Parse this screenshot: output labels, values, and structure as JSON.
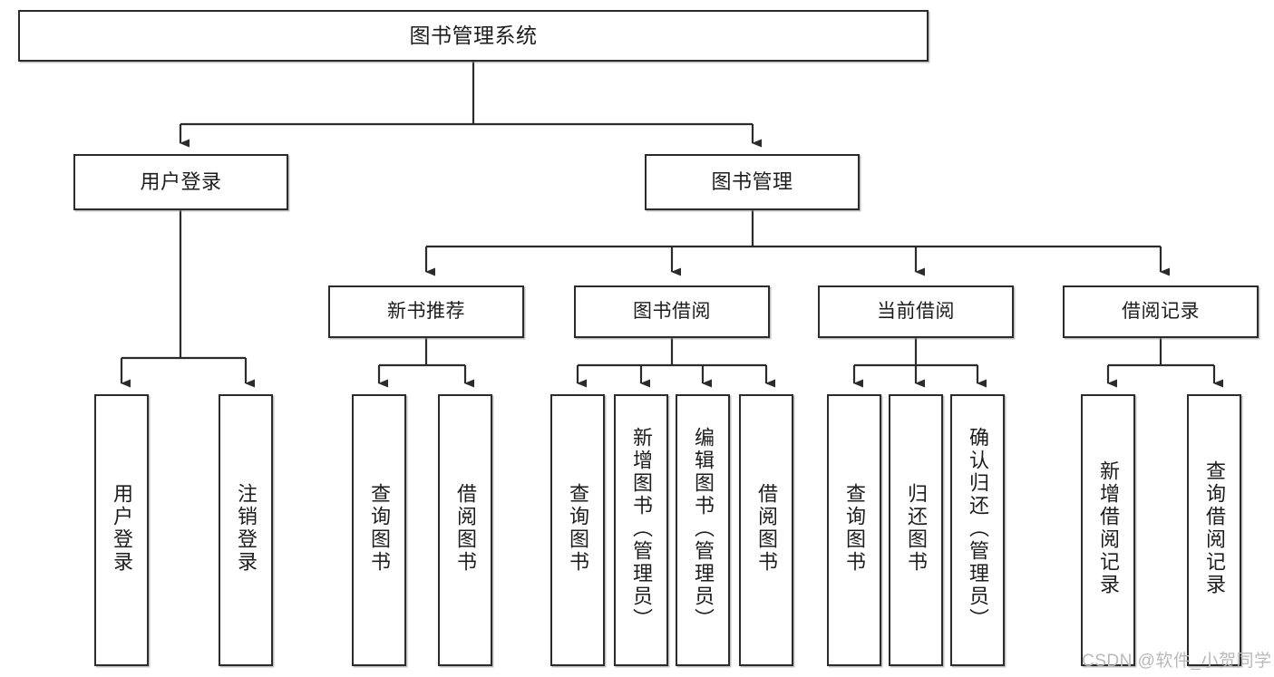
{
  "diagram": {
    "title": "图书管理系统",
    "type": "hierarchy-tree",
    "watermark": "CSDN @软件_小贺同学",
    "colors": {
      "stroke": "#2b2b2b",
      "fill": "#ffffff",
      "text": "#1d1d1d",
      "watermark": "#b9b9b9"
    },
    "root": {
      "label": "图书管理系统"
    },
    "level2": [
      {
        "label": "用户登录"
      },
      {
        "label": "图书管理"
      }
    ],
    "level3": [
      {
        "label": "新书推荐"
      },
      {
        "label": "图书借阅"
      },
      {
        "label": "当前借阅"
      },
      {
        "label": "借阅记录"
      }
    ],
    "leaves": {
      "user_login": [
        {
          "label": "用户登录"
        },
        {
          "label": "注销登录"
        }
      ],
      "new_book_recommend": [
        {
          "label": "查询图书"
        },
        {
          "label": "借阅图书"
        }
      ],
      "book_borrow": [
        {
          "label": "查询图书"
        },
        {
          "label": "新增图书（管理员）"
        },
        {
          "label": "编辑图书（管理员）"
        },
        {
          "label": "借阅图书"
        }
      ],
      "current_borrow": [
        {
          "label": "查询图书"
        },
        {
          "label": "归还图书"
        },
        {
          "label": "确认归还（管理员）"
        }
      ],
      "borrow_records": [
        {
          "label": "新增借阅记录"
        },
        {
          "label": "查询借阅记录"
        }
      ]
    }
  }
}
